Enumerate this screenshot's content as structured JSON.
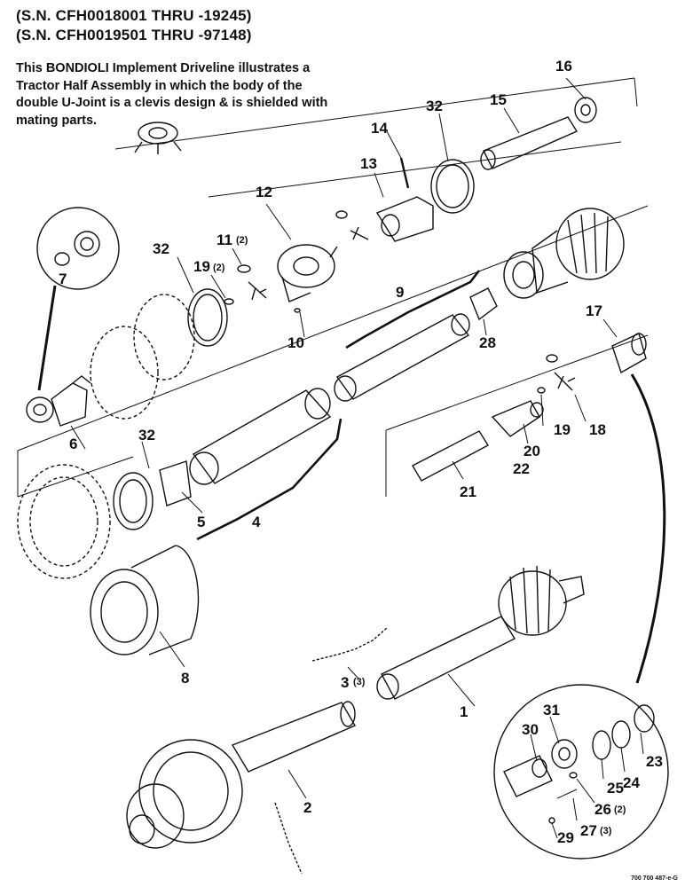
{
  "header": {
    "sn_line_1": "(S.N. CFH0018001 THRU -19245)",
    "sn_line_2": "(S.N. CFH0019501 THRU -97148)"
  },
  "description": {
    "line_1": "This BONDIOLI Implement Driveline illustrates a",
    "line_2": "Tractor Half Assembly in which the body of the",
    "line_3": "double U-Joint is a clevis design & is shielded with",
    "line_4": "mating parts."
  },
  "callouts": {
    "c1": "1",
    "c2": "2",
    "c3": "3",
    "c4": "4",
    "c5": "5",
    "c6": "6",
    "c7": "7",
    "c8": "8",
    "c9": "9",
    "c10": "10",
    "c11": "11",
    "c12": "12",
    "c13": "13",
    "c14": "14",
    "c15": "15",
    "c16": "16",
    "c17": "17",
    "c18": "18",
    "c19a": "19",
    "c19b": "19",
    "c20": "20",
    "c21": "21",
    "c22": "22",
    "c23": "23",
    "c24": "24",
    "c25": "25",
    "c26": "26",
    "c27": "27",
    "c28": "28",
    "c29": "29",
    "c30": "30",
    "c31": "31",
    "c32a": "32",
    "c32b": "32",
    "c32c": "32"
  },
  "quantities": {
    "q3": "(3)",
    "q11": "(2)",
    "q19": "(2)",
    "q26": "(2)",
    "q27": "(3)"
  },
  "figure_number": "700 700 487-e-G"
}
